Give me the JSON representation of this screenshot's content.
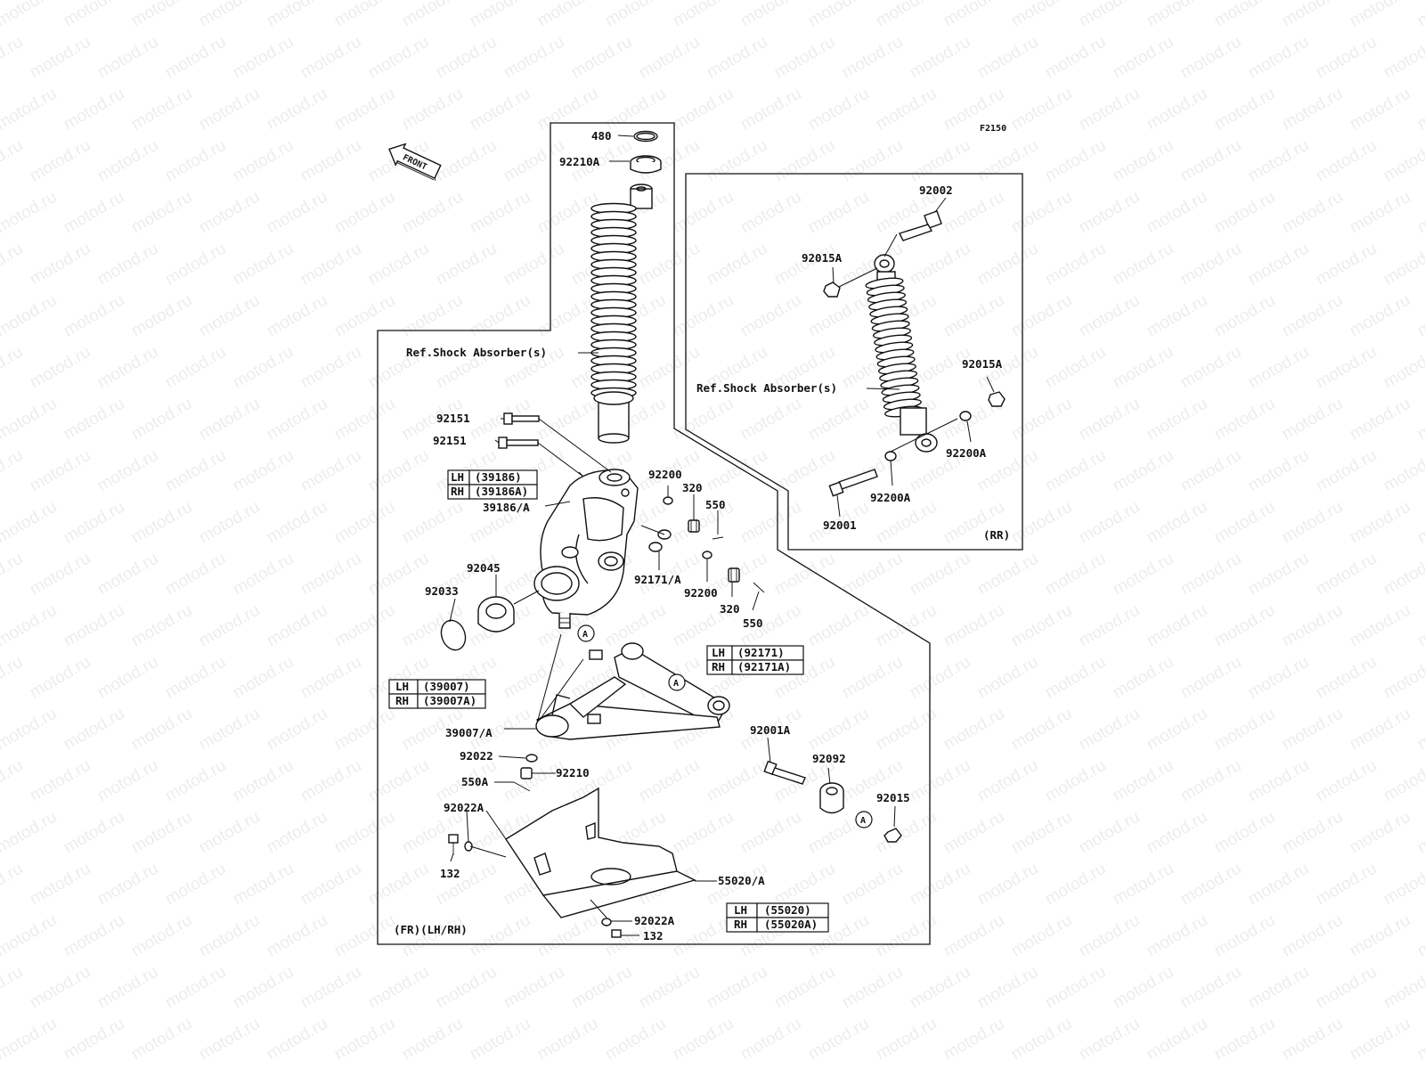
{
  "watermark": "motod.ru",
  "figure_code": "F2150",
  "front_arrow_label": "FRONT",
  "front_section": {
    "ref_shock_label": "Ref.Shock Absorber(s)",
    "footer_label": "(FR)(LH/RH)",
    "callouts": {
      "p480": "480",
      "p92210A": "92210A",
      "p92151a": "92151",
      "p92151b": "92151",
      "p39186A": "39186/A",
      "p92200a": "92200",
      "p320a": "320",
      "p550a": "550",
      "p92045": "92045",
      "p92033": "92033",
      "p92171A": "92171/A",
      "p92200b": "92200",
      "p320b": "320",
      "p550b": "550",
      "p39007A": "39007/A",
      "p92022": "92022",
      "p92210": "92210",
      "p550A": "550A",
      "p92022A": "92022A",
      "p132a": "132",
      "p55020A": "55020/A",
      "p92022A2": "92022A",
      "p132b": "132",
      "p92001A": "92001A",
      "p92092": "92092",
      "p92015": "92015"
    },
    "ref_marker": "A",
    "side_tables": [
      {
        "rows": [
          {
            "side": "LH",
            "part": "(39186)"
          },
          {
            "side": "RH",
            "part": "(39186A)"
          }
        ]
      },
      {
        "rows": [
          {
            "side": "LH",
            "part": "(92171)"
          },
          {
            "side": "RH",
            "part": "(92171A)"
          }
        ]
      },
      {
        "rows": [
          {
            "side": "LH",
            "part": "(39007)"
          },
          {
            "side": "RH",
            "part": "(39007A)"
          }
        ]
      },
      {
        "rows": [
          {
            "side": "LH",
            "part": "(55020)"
          },
          {
            "side": "RH",
            "part": "(55020A)"
          }
        ]
      }
    ]
  },
  "rear_section": {
    "ref_shock_label": "Ref.Shock Absorber(s)",
    "footer_label": "(RR)",
    "callouts": {
      "p92002": "92002",
      "p92015Aa": "92015A",
      "p92015Ab": "92015A",
      "p92200Aa": "92200A",
      "p92200Ab": "92200A",
      "p92001": "92001"
    }
  }
}
